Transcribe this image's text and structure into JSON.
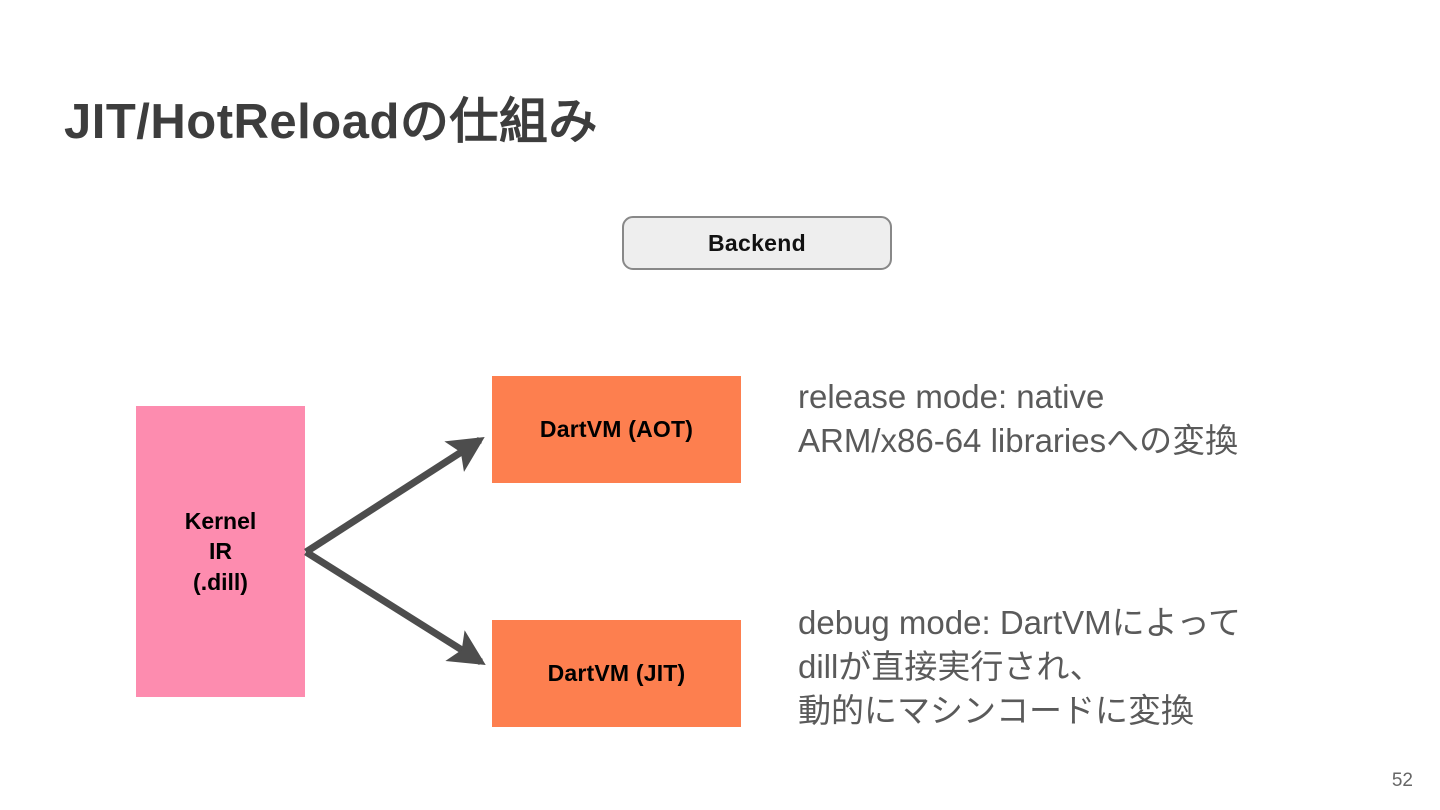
{
  "slide": {
    "title": "JIT/HotReloadの仕組み",
    "page_number": "52",
    "background_color": "#ffffff"
  },
  "diagram": {
    "backend_box": {
      "label": "Backend",
      "fill_color": "#eeeeee",
      "border_color": "#888888",
      "text_color": "#111111"
    },
    "kernel_box": {
      "label": "Kernel\nIR\n(.dill)",
      "fill_color": "#FD8CAF",
      "text_color": "#000000"
    },
    "vm_boxes": [
      {
        "id": "aot",
        "label": "DartVM (AOT)",
        "fill_color": "#FD7F4F",
        "text_color": "#000000"
      },
      {
        "id": "jit",
        "label": "DartVM (JIT)",
        "fill_color": "#FD7F4F",
        "text_color": "#000000"
      }
    ],
    "arrows": [
      {
        "id": "kernel-to-aot",
        "from": "kernel_box",
        "to": "vm-aot-box",
        "color": "#4d4d4d"
      },
      {
        "id": "kernel-to-jit",
        "from": "kernel_box",
        "to": "vm-jit-box",
        "color": "#4d4d4d"
      }
    ]
  },
  "notes": {
    "release": "release mode: native\nARM/x86-64 librariesへの変換",
    "debug": "debug mode: DartVMによって\ndillが直接実行され、\n動的にマシンコードに変換",
    "text_color": "#5a5a5a"
  }
}
